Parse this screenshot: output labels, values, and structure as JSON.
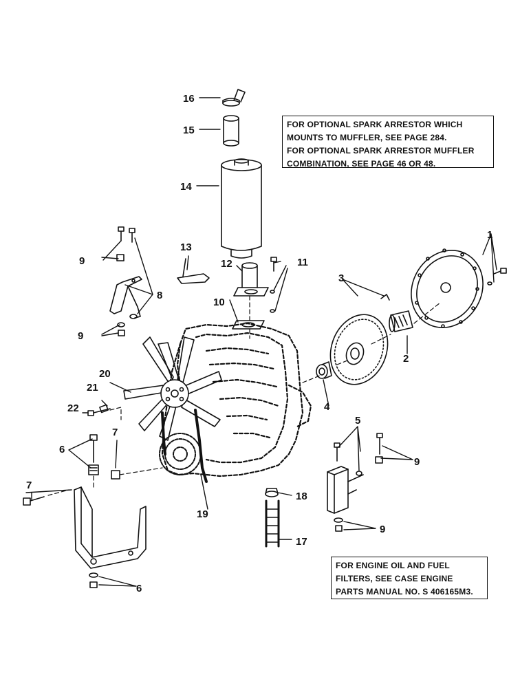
{
  "notes": {
    "spark_arrestor": [
      "FOR OPTIONAL SPARK ARRESTOR WHICH",
      "MOUNTS TO MUFFLER, SEE PAGE  284.",
      "FOR OPTIONAL SPARK ARRESTOR MUFFLER",
      "COMBINATION, SEE PAGE  46 OR 48."
    ],
    "engine_filters": [
      "FOR ENGINE OIL AND FUEL",
      "FILTERS, SEE CASE ENGINE",
      "PARTS MANUAL NO. S 406165M3."
    ]
  },
  "callouts": {
    "c1": "1",
    "c2": "2",
    "c3": "3",
    "c4": "4",
    "c5": "5",
    "c6a": "6",
    "c6b": "6",
    "c7a": "7",
    "c7b": "7",
    "c8": "8",
    "c9a": "9",
    "c9b": "9",
    "c9c": "9",
    "c9d": "9",
    "c10": "10",
    "c11": "11",
    "c12": "12",
    "c13": "13",
    "c14": "14",
    "c15": "15",
    "c16": "16",
    "c17": "17",
    "c18": "18",
    "c19": "19",
    "c20": "20",
    "c21": "21",
    "c22": "22"
  }
}
